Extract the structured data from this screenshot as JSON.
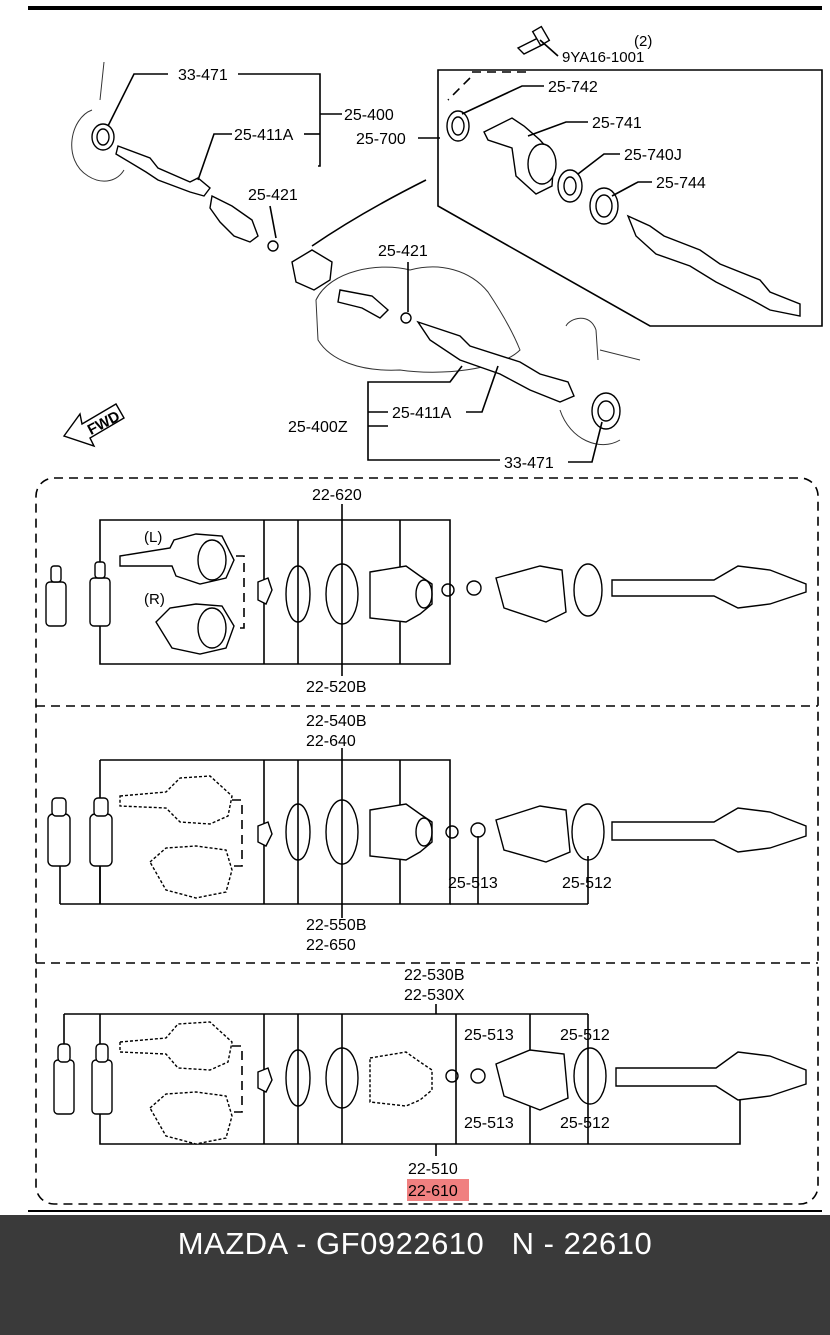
{
  "top_assembly": {
    "labels": {
      "l_33471_top": "33-471",
      "l_25400": "25-400",
      "l_25411a_top": "25-411A",
      "l_25700": "25-700",
      "l_25421_top": "25-421",
      "l_25421_mid": "25-421",
      "l_25411a_bot": "25-411A",
      "l_25400z": "25-400Z",
      "l_33471_bot": "33-471",
      "l_9ya16": "9YA16-1001",
      "l_qty2": "(2)",
      "l_25742": "25-742",
      "l_25741": "25-741",
      "l_25740j": "25-740J",
      "l_25744": "25-744"
    },
    "fwd_text": "FWD"
  },
  "section1": {
    "labels": {
      "s1_22620": "22-620",
      "s1_22520b": "22-520B",
      "s1_left": "(L)",
      "s1_right": "(R)"
    }
  },
  "section2": {
    "labels": {
      "s2_22540b": "22-540B",
      "s2_22640": "22-640",
      "s2_25513": "25-513",
      "s2_25512": "25-512",
      "s2_22550b": "22-550B",
      "s2_22650": "22-650"
    }
  },
  "section3": {
    "labels": {
      "s3_22530b": "22-530B",
      "s3_22530x": "22-530X",
      "s3_25513_top": "25-513",
      "s3_25512_top": "25-512",
      "s3_25513_bot": "25-513",
      "s3_25512_bot": "25-512",
      "s3_22510": "22-510",
      "s3_22610": "22-610"
    },
    "highlight_color": "#f08080"
  },
  "footer": {
    "caption": "MAZDA - GF0922610   N - 22610"
  }
}
